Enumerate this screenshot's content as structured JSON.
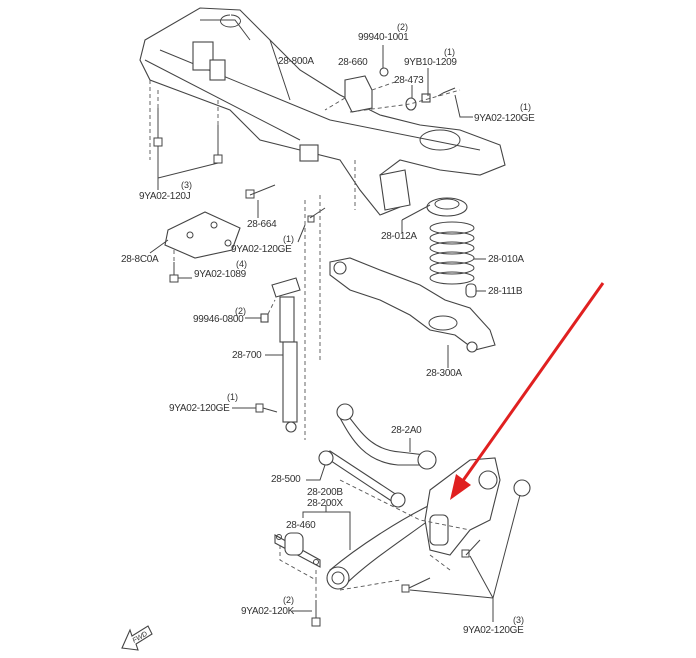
{
  "title": "Rear suspension parts diagram",
  "labels": {
    "crossmember": "28-800A",
    "nut_top": {
      "part": "99940-1001",
      "qty": "(2)"
    },
    "mount_660": "28-660",
    "nut_9yb10": {
      "part": "9YB10-1209",
      "qty": "(1)"
    },
    "washer_473": "28-473",
    "bolt_top_right": {
      "part": "9YA02-120GE",
      "qty": "(1)"
    },
    "bolt_120j": {
      "part": "9YA02-120J",
      "qty": "(3)"
    },
    "bolt_664": "28-664",
    "bolt_mid": {
      "part": "9YA02-120GE",
      "qty": "(1)"
    },
    "bracket": "28-8C0A",
    "bolt_1089": {
      "part": "9YA02-1089",
      "qty": "(4)"
    },
    "nut_0800": {
      "part": "99946-0800",
      "qty": "(2)"
    },
    "spring_seat": "28-012A",
    "spring": "28-010A",
    "bump_stop": "28-111B",
    "lower_arm": "28-300A",
    "shock": "28-700",
    "bolt_shock": {
      "part": "9YA02-120GE",
      "qty": "(1)"
    },
    "upper_arm": "28-2A0",
    "lateral_link": "28-500",
    "trailing_arm_b": "28-200B",
    "trailing_arm_x": "28-200X",
    "bushing": "28-460",
    "bolt_120k": {
      "part": "9YA02-120K",
      "qty": "(2)"
    },
    "bolt_bottom_right": {
      "part": "9YA02-120GE",
      "qty": "(3)"
    },
    "fwd": "FWD"
  },
  "colors": {
    "line": "#444444",
    "arrow": "#e02020"
  }
}
